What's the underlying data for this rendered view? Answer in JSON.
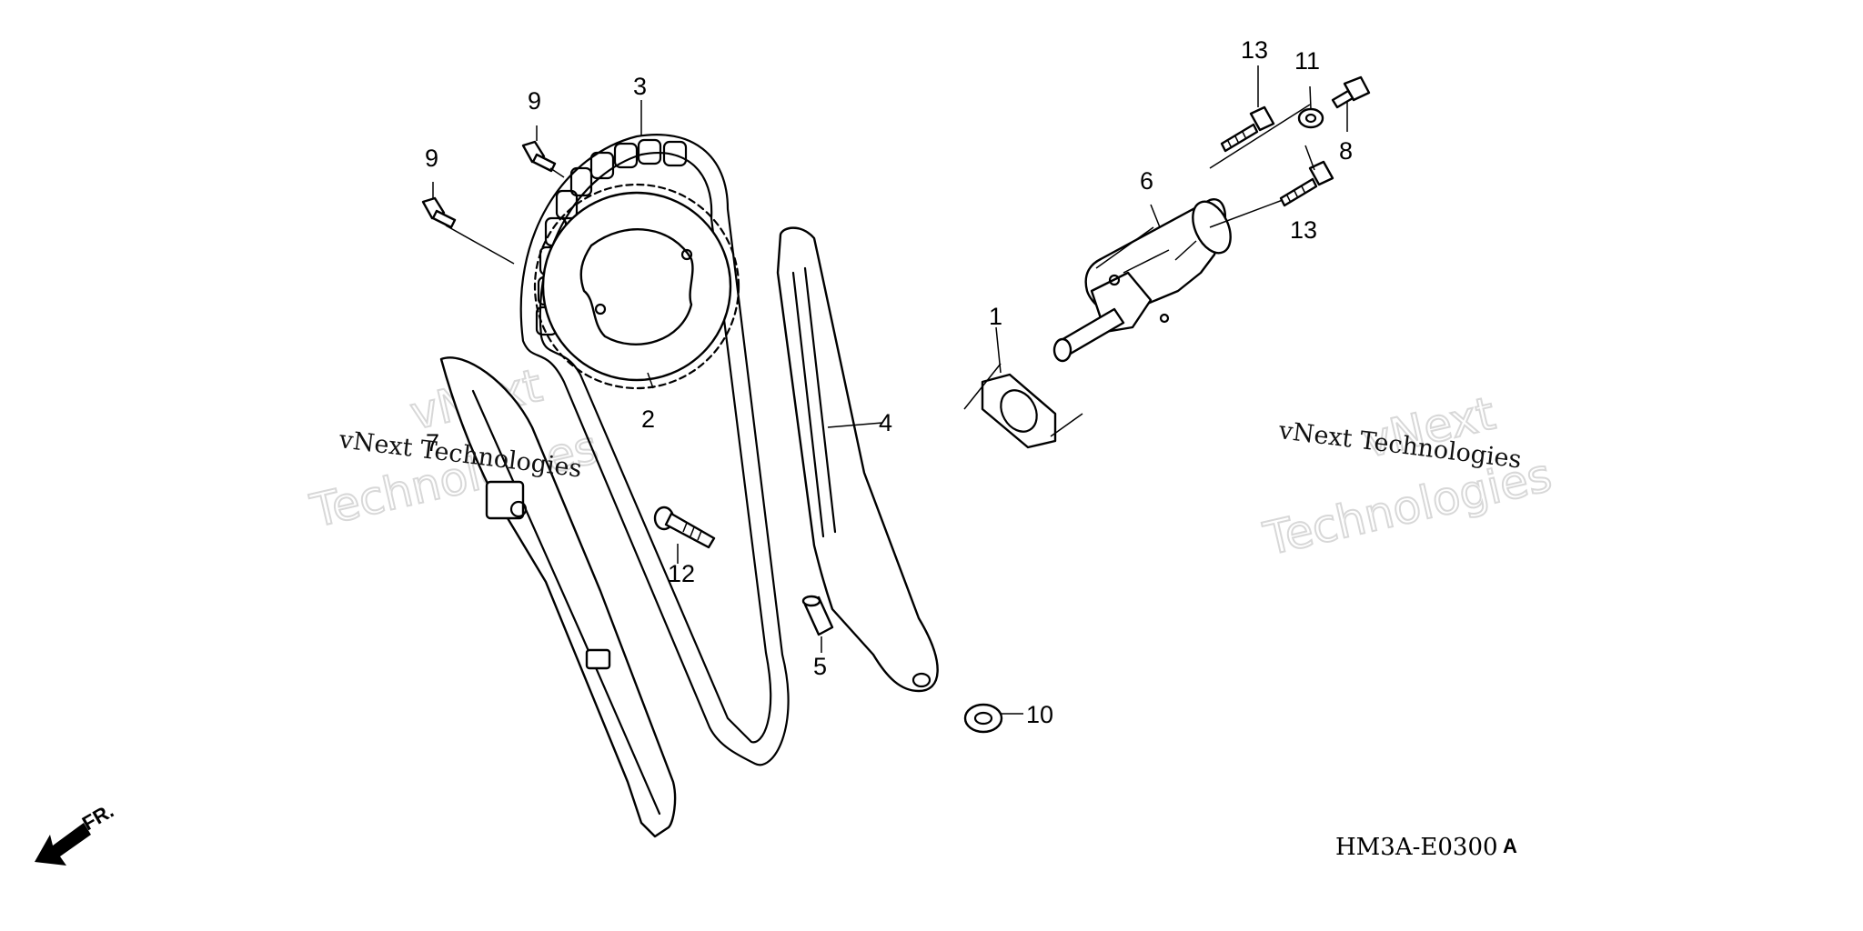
{
  "callouts": [
    {
      "id": "1",
      "label": "1"
    },
    {
      "id": "2",
      "label": "2"
    },
    {
      "id": "3",
      "label": "3"
    },
    {
      "id": "4",
      "label": "4"
    },
    {
      "id": "5",
      "label": "5"
    },
    {
      "id": "6",
      "label": "6"
    },
    {
      "id": "7",
      "label": "7"
    },
    {
      "id": "8",
      "label": "8"
    },
    {
      "id": "9a",
      "label": "9"
    },
    {
      "id": "9b",
      "label": "9"
    },
    {
      "id": "10",
      "label": "10"
    },
    {
      "id": "11",
      "label": "11"
    },
    {
      "id": "12",
      "label": "12"
    },
    {
      "id": "13a",
      "label": "13"
    },
    {
      "id": "13b",
      "label": "13"
    }
  ],
  "watermark": {
    "line1": "vNext Technologies",
    "word_a": "vNext",
    "word_b": "Technologies"
  },
  "front_arrow_label": "FR.",
  "diagram_code": "HM3A-E0300",
  "diagram_code_suffix": "A"
}
